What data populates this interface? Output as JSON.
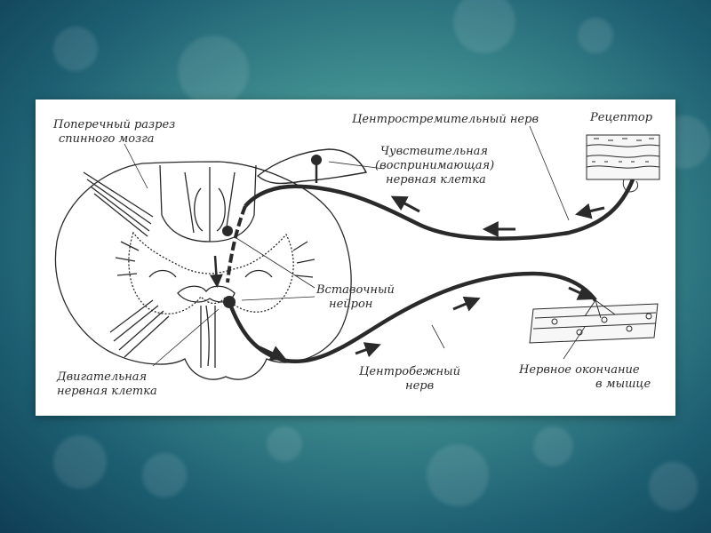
{
  "diagram": {
    "labels": {
      "cross_section_line1": "Поперечный разрез",
      "cross_section_line2": "спинного мозга",
      "afferent_nerve": "Центростремительный нерв",
      "receptor": "Рецептор",
      "sensory_cell_line1": "Чувствительная",
      "sensory_cell_line2": "(воспринимающая)",
      "sensory_cell_line3": "нервная клетка",
      "interneuron_line1": "Вставочный",
      "interneuron_line2": "нейрон",
      "motor_cell_line1": "Двигательная",
      "motor_cell_line2": "нервная клетка",
      "efferent_nerve_line1": "Центробежный",
      "efferent_nerve_line2": "нерв",
      "muscle_ending_line1": "Нервное окончание",
      "muscle_ending_line2": "в мышце"
    },
    "colors": {
      "ink": "#2a2a2a",
      "panel": "#ffffff"
    }
  }
}
